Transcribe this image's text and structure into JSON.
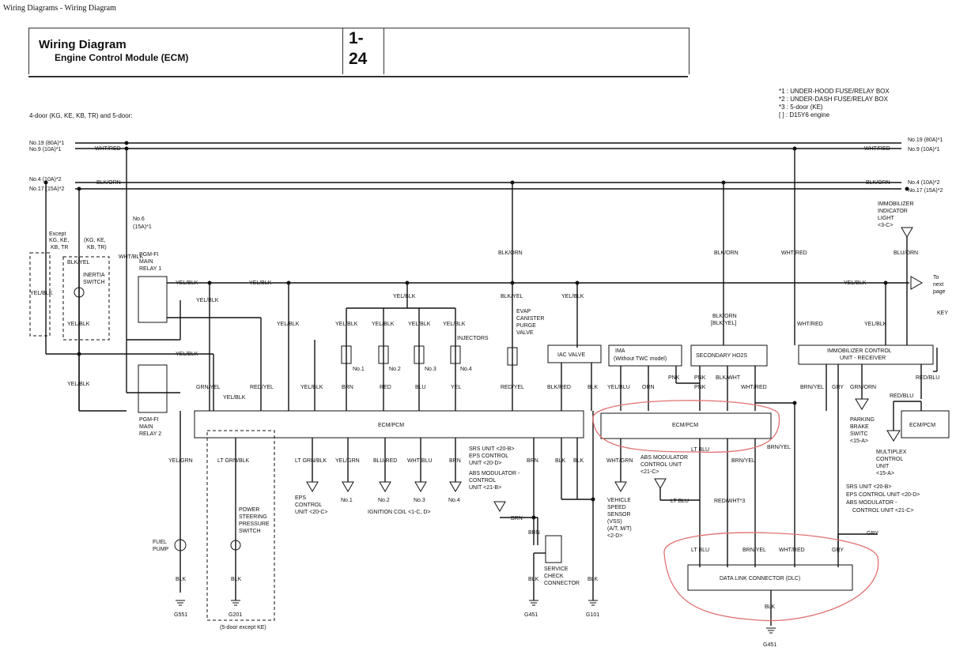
{
  "breadcrumb": "Wiring Diagrams - Wiring Diagram",
  "header": {
    "title": "Wiring Diagram",
    "subtitle": "Engine Control Module (ECM)",
    "page_top": "1-",
    "page_bottom": "24"
  },
  "notes": {
    "n1": "*1  : UNDER-HOOD FUSE/RELAY BOX",
    "n2": "*2  : UNDER-DASH FUSE/RELAY BOX",
    "n3": "*3  : 5-door (KE)",
    "n4": "[  ] : D15Y6 engine"
  },
  "variant": "4-door (KG, KE, KB, TR) and 5-door:",
  "fuses": {
    "left1": "No.19 (80A)*1",
    "left2": "No.9 (10A)*1",
    "left3": "No.4 (10A)*2",
    "left4": "No.17 (15A)*2",
    "right1": "No.19 (80A)*1",
    "right2": "No.9 (10A)*1",
    "right3": "No.4 (10A)*2",
    "right4": "No.17 (15A)*2",
    "no6": "No.6",
    "no6b": "(15A)*1"
  },
  "wires": {
    "wht_red": "WHT/RED",
    "blk_orn": "BLK/ORN",
    "yel_blk": "YEL/BLK",
    "wht_blk": "WHT/BLK",
    "blk_yel": "BLK/YEL",
    "grn_yel": "GRN/YEL",
    "red_yel": "RED/YEL",
    "brn": "BRN",
    "red": "RED",
    "blu": "BLU",
    "yel": "YEL",
    "blk_red": "BLK/RED",
    "blk": "BLK",
    "yel_blu": "YEL/BLU",
    "orn": "ORN",
    "pnk": "PNK",
    "blk_wht": "BLK/WHT",
    "brn_yel": "BRN/YEL",
    "gry": "GRY",
    "grn_orn": "GRN/ORN",
    "red_blu": "RED/BLU",
    "blu_orn": "BLU/ORN",
    "lt_grn_blk": "LT GRN/BLK",
    "yel_grn": "YEL/GRN",
    "blu_red": "BLU/RED",
    "wht_blu": "WHT/BLU",
    "wht_grn": "WHT/GRN",
    "lt_blu": "LT BLU",
    "red_wht3": "RED/WHT*3",
    "blk_orn_blk_yel": "BLK/ORN",
    "blk_yel_br": "[BLK/YEL]"
  },
  "components": {
    "except": "Except",
    "kg_ke": "KG, KE,",
    "kb_tr": "KB, TR",
    "kg_ke2": "(KG, KE,",
    "kb_tr2": "KB, TR)",
    "inertia1": "INERTIA",
    "inertia2": "SWITCH",
    "relay1a": "PGM-FI",
    "relay1b": "MAIN",
    "relay1c": "RELAY 1",
    "relay2a": "PGM-FI",
    "relay2b": "MAIN",
    "relay2c": "RELAY 2",
    "injectors": "INJECTORS",
    "inj1": "No.1",
    "inj2": "No.2",
    "inj3": "No.3",
    "inj4": "No.4",
    "evap1": "EVAP",
    "evap2": "CANISTER",
    "evap3": "PURGE",
    "evap4": "VALVE",
    "iac": "IAC VALVE",
    "ima1": "IMA",
    "ima2": "(Without TWC model)",
    "ho2s": "SECONDARY HO2S",
    "immo1": "IMMOBILIZER CONTROL",
    "immo2": "UNIT - RECEIVER",
    "immo_light1": "IMMOBILIZER",
    "immo_light2": "INDICATOR",
    "immo_light3": "LIGHT",
    "immo_light4": "<3-C>",
    "key": "KEY",
    "to_next1": "To",
    "to_next2": "next",
    "to_next3": "page",
    "ecm": "ECM/PCM",
    "ecm2": "ECM/PCM",
    "ecm3": "ECM/PCM",
    "eps1": "EPS",
    "eps2": "CONTROL",
    "eps3": "UNIT <20-C>",
    "coil1": "No.1",
    "coil2": "No.2",
    "coil3": "No.3",
    "coil4": "No.4",
    "coil_lbl": "IGNITION COIL <1-C, D>",
    "srs1": "SRS UNIT <20-B>",
    "srs2": "EPS CONTROL",
    "srs3": "UNIT <20-D>",
    "srs4": "ABS MODULATOR -",
    "srs5": "CONTROL",
    "srs6": "UNIT <21-B>",
    "pwr1": "POWER",
    "pwr2": "STEERING",
    "pwr3": "PRESSURE",
    "pwr4": "SWITCH",
    "fuel1": "FUEL",
    "fuel2": "PUMP",
    "svc1": "SERVICE",
    "svc2": "CHECK",
    "svc3": "CONNECTOR",
    "vss1": "VEHICLE",
    "vss2": "SPEED",
    "vss3": "SENSOR",
    "vss4": "(VSS)",
    "vss5": "(A/T, M/T)",
    "vss6": "<2-D>",
    "absm1": "ABS MODULATOR",
    "absm2": "CONTROL UNIT",
    "absm3": "<21-C>",
    "pbs1": "PARKING",
    "pbs2": "BRAKE",
    "pbs3": "SWITC",
    "pbs4": "<15-A>",
    "mplx1": "MULTIPLEX",
    "mplx2": "CONTROL",
    "mplx3": "UNIT",
    "mplx4": "<15-A>",
    "rs1": "SRS UNIT <20-B>",
    "rs2": "EPS CONTROL UNIT <20-D>",
    "rs3": "ABS MODULATOR -",
    "rs4": "CONTROL UNIT <21-C>",
    "dlc": "DATA LINK CONNECTOR (DLC)",
    "g551": "G551",
    "g201": "G201",
    "g451a": "G451",
    "g101": "G101",
    "g451b": "G451",
    "five_door": "(5-door except KE)"
  }
}
